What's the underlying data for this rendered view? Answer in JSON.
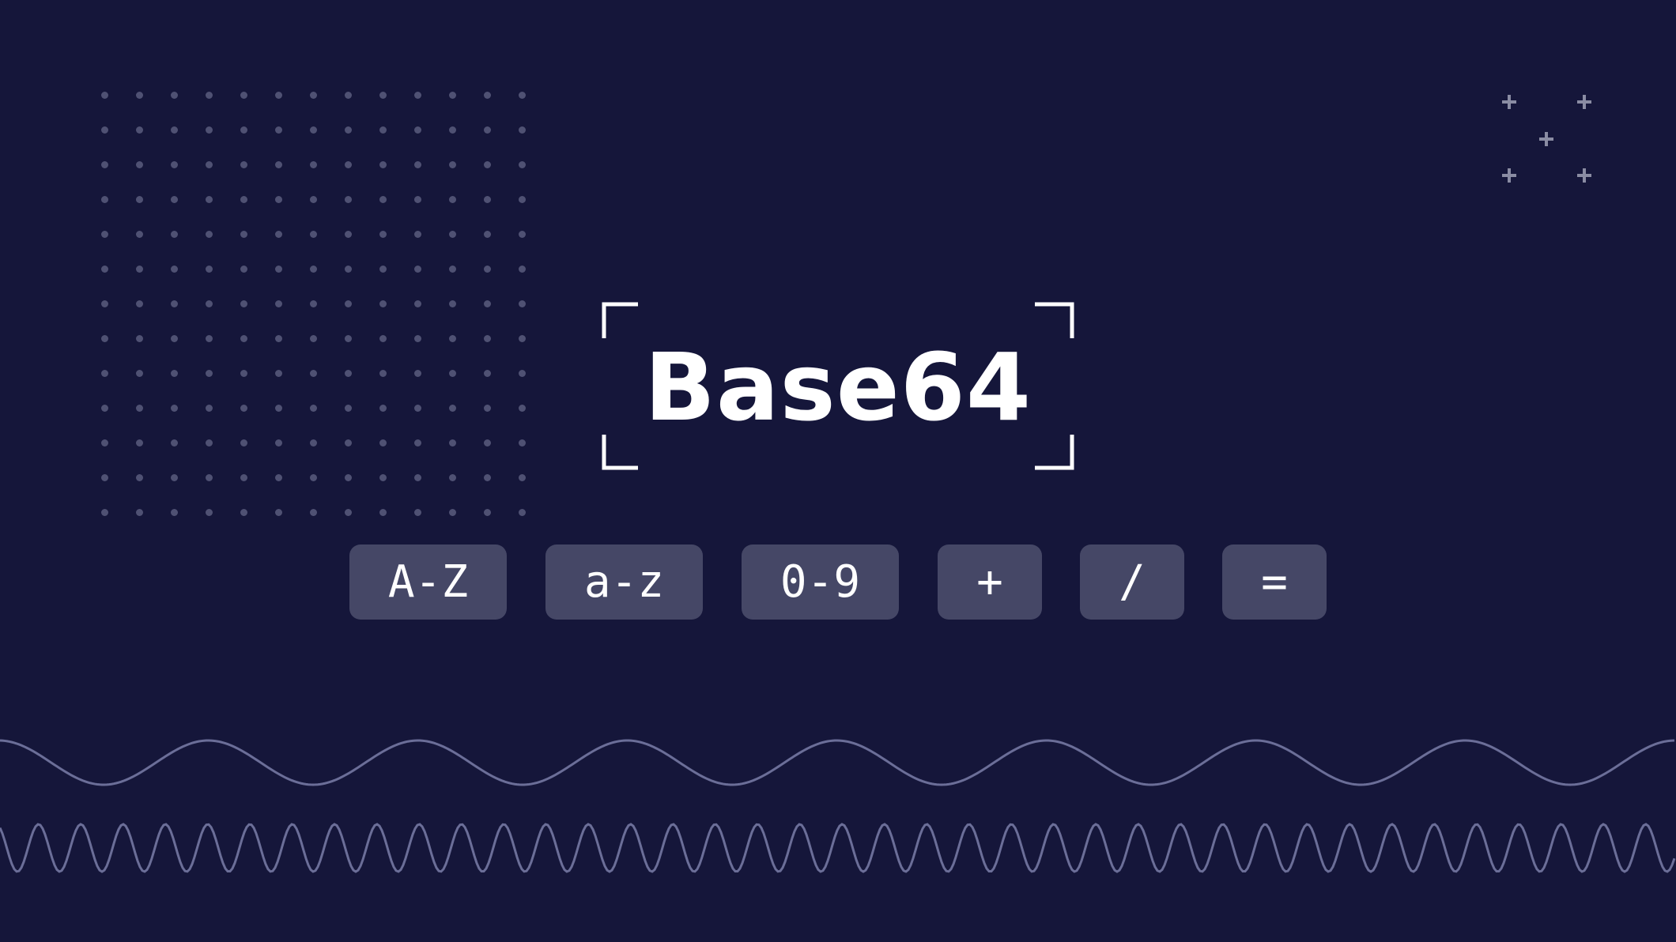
{
  "title": "Base64",
  "colors": {
    "background": "#15163a",
    "title_text": "#ffffff",
    "chip_background": "#454766",
    "chip_text": "#ffffff",
    "dots": "#4f5173",
    "plus_marks": "#8a8ca3",
    "frame": "#ffffff",
    "waves": "#6b6e98"
  },
  "chips": [
    {
      "label": "A-Z"
    },
    {
      "label": "a-z"
    },
    {
      "label": "0-9"
    },
    {
      "label": "+"
    },
    {
      "label": "/"
    },
    {
      "label": "="
    }
  ],
  "decorations": {
    "dot_grid": {
      "rows": 13,
      "cols": 13,
      "icon": "dot-grid"
    },
    "plus_cluster": {
      "count": 5,
      "icon": "plus-icon"
    },
    "corner_frame": {
      "icon": "corner-bracket"
    },
    "waves": [
      {
        "name": "long-wave"
      },
      {
        "name": "short-wave"
      }
    ]
  }
}
